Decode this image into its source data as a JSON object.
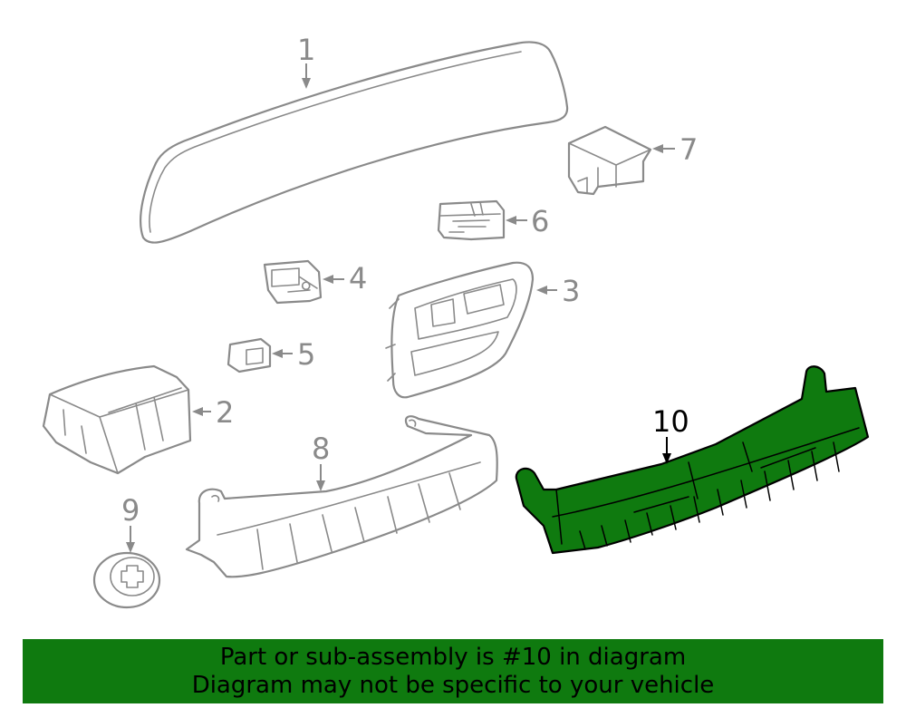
{
  "callouts": {
    "c1": "1",
    "c2": "2",
    "c3": "3",
    "c4": "4",
    "c5": "5",
    "c6": "6",
    "c7": "7",
    "c8": "8",
    "c9": "9",
    "c10": "10"
  },
  "highlighted_part": "10",
  "colors": {
    "highlight": "#0f7a0f",
    "line": "#8a8a8a",
    "banner": "#0f7a0f"
  },
  "banner": {
    "line1": "Part or sub-assembly is #10 in diagram",
    "line2": "Diagram may not be specific to your vehicle"
  }
}
